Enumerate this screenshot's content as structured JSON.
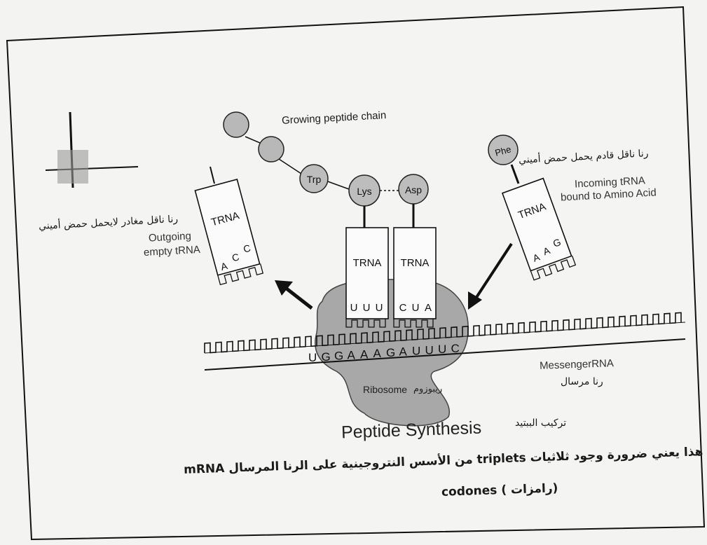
{
  "labels": {
    "growing_chain": "Growing peptide chain",
    "incoming_ar": "رنا ناقل قادم يحمل حمض أميني",
    "incoming_en_1": "Incoming tRNA",
    "incoming_en_2": "bound to Amino Acid",
    "outgoing_ar": "رنا ناقل مغادر لايحمل حمض أميني",
    "outgoing_en_1": "Outgoing",
    "outgoing_en_2": "empty tRNA",
    "messenger_en": "MessengerRNA",
    "messenger_ar": "رنا مرسال",
    "ribosome_en": "Ribosome",
    "ribosome_ar": "ريبوزوم",
    "synthesis_en": "Peptide Synthesis",
    "synthesis_ar": "تركيب الببتيد"
  },
  "amino_acids": {
    "trp": "Trp",
    "lys": "Lys",
    "asp": "Asp",
    "phe": "Phe"
  },
  "trna": {
    "label": "TRNA",
    "outgoing_anticodon": [
      "A",
      "C",
      "C"
    ],
    "left_anticodon": [
      "U",
      "U",
      "U"
    ],
    "right_anticodon": [
      "C",
      "U",
      "A"
    ],
    "incoming_anticodon": [
      "A",
      "A",
      "G"
    ]
  },
  "mrna_sequence": [
    "U",
    "G",
    "G",
    "A",
    "A",
    "A",
    "G",
    "A",
    "U",
    "U",
    "U",
    "C"
  ],
  "caption": {
    "line1": "هذا يعني ضرورة وجود ثلاثيات triplets من الأسس النتروجينية على الرنا المرسال   mRNA",
    "line2": "(رامزات ) codones"
  }
}
